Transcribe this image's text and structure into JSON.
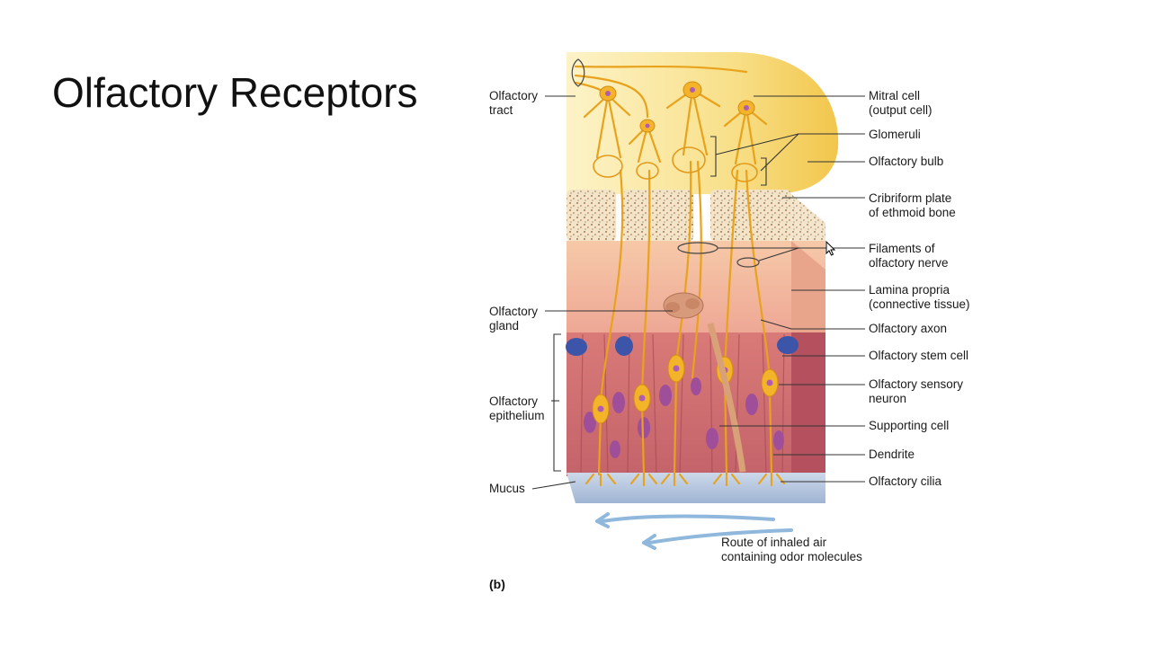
{
  "slide": {
    "title": "Olfactory Receptors"
  },
  "figure": {
    "panel_letter": "(b)",
    "labels_left": {
      "olfactory_tract": [
        "Olfactory",
        "tract"
      ],
      "olfactory_gland": [
        "Olfactory",
        "gland"
      ],
      "olfactory_epithelium": [
        "Olfactory",
        "epithelium"
      ],
      "mucus": [
        "Mucus"
      ]
    },
    "labels_right": {
      "mitral_cell": [
        "Mitral cell",
        "(output cell)"
      ],
      "glomeruli": [
        "Glomeruli"
      ],
      "olfactory_bulb": [
        "Olfactory bulb"
      ],
      "cribriform_plate": [
        "Cribriform plate",
        "of ethmoid bone"
      ],
      "filaments": [
        "Filaments of",
        "olfactory nerve"
      ],
      "lamina_propria": [
        "Lamina propria",
        "(connective tissue)"
      ],
      "olfactory_axon": [
        "Olfactory axon"
      ],
      "stem_cell": [
        "Olfactory stem cell"
      ],
      "sensory_neuron": [
        "Olfactory sensory",
        "neuron"
      ],
      "supporting_cell": [
        "Supporting cell"
      ],
      "dendrite": [
        "Dendrite"
      ],
      "cilia": [
        "Olfactory cilia"
      ]
    },
    "air_route": [
      "Route of inhaled air",
      "containing odor molecules"
    ]
  },
  "colors": {
    "bulb_yellow": "#f6d56a",
    "bulb_light": "#fcefb8",
    "neuron_orange": "#e8a21c",
    "bone": "#f1e4c8",
    "bone_spots": "#a9784a",
    "lamina": "#f1b89a",
    "epithelium": "#c96a70",
    "nucleus_purple": "#a24a9c",
    "stem_blue": "#3c55a8",
    "mucus_blue": "#b6c9e3",
    "air_arrow": "#8fb8dc",
    "leader_line": "#333333"
  }
}
